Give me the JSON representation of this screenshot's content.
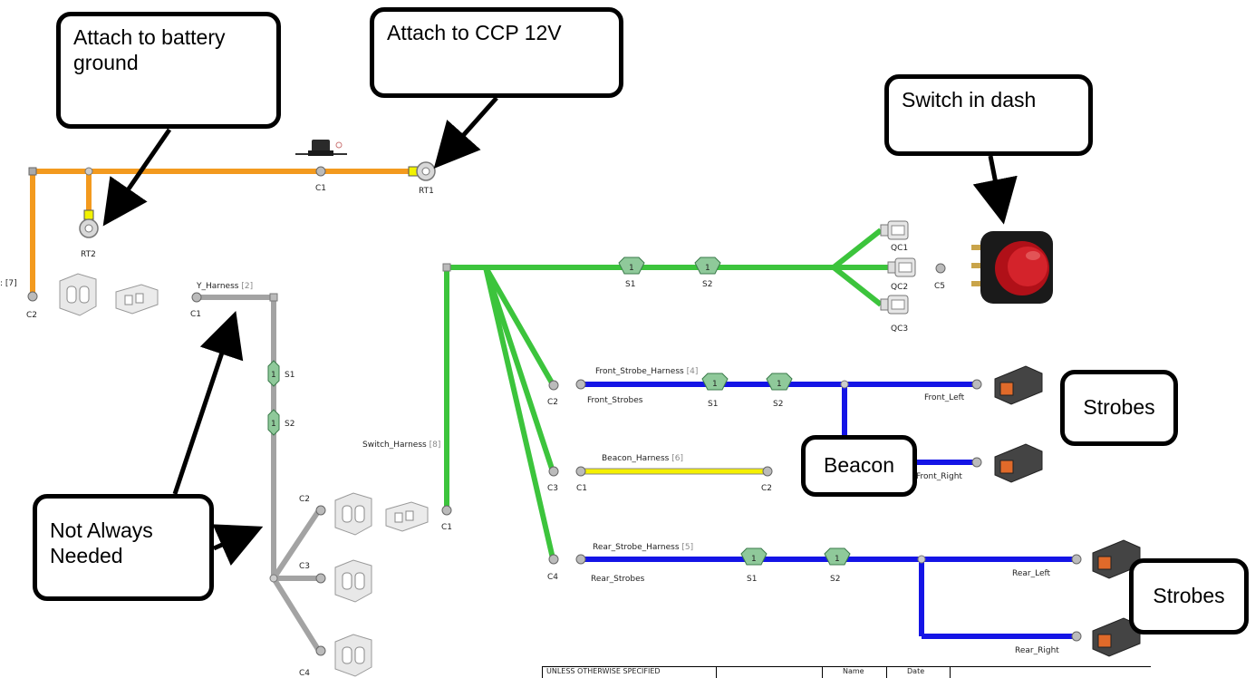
{
  "callouts": {
    "battery_ground": "Attach to battery ground",
    "ccp_12v": "Attach to CCP 12V",
    "switch_in_dash": "Switch in dash",
    "not_always_needed": "Not Always Needed",
    "strobes_front": "Strobes",
    "beacon": "Beacon",
    "strobes_rear": "Strobes"
  },
  "power_harness": {
    "partial_label": ": [7]",
    "c1": "C1",
    "c2": "C2",
    "rt1": "RT1",
    "rt2": "RT2"
  },
  "y_harness": {
    "name": "Y_Harness",
    "count": "[2]",
    "c1": "C1",
    "s1": "S1",
    "s2": "S2",
    "c2": "C2",
    "c3": "C3",
    "c4": "C4",
    "splice_num": "1"
  },
  "switch_harness": {
    "name": "Switch_Harness",
    "count": "[8]",
    "c1": "C1",
    "c2": "C2",
    "c3": "C3",
    "c4": "C4",
    "c5": "C5",
    "s1": "S1",
    "s2": "S2",
    "qc1": "QC1",
    "qc2": "QC2",
    "qc3": "QC3",
    "splice_num": "1"
  },
  "front_strobe_harness": {
    "name": "Front_Strobe_Harness",
    "count": "[4]",
    "start": "Front_Strobes",
    "s1": "S1",
    "s2": "S2",
    "left": "Front_Left",
    "right": "Front_Right",
    "splice_num": "1"
  },
  "beacon_harness": {
    "name": "Beacon_Harness",
    "count": "[6]",
    "c1": "C1",
    "c2": "C2"
  },
  "rear_strobe_harness": {
    "name": "Rear_Strobe_Harness",
    "count": "[5]",
    "start": "Rear_Strobes",
    "s1": "S1",
    "s2": "S2",
    "left": "Rear_Left",
    "right": "Rear_Right",
    "splice_num": "1"
  },
  "title_block": {
    "spec_text": "UNLESS OTHERWISE SPECIFIED",
    "name_col": "Name",
    "date_col": "Date"
  },
  "colors": {
    "orange": "#f39a1e",
    "green": "#3cc43c",
    "blue": "#1414e6",
    "yellow": "#f5f000",
    "gray": "#a3a3a3",
    "splice": "#8fc99a"
  }
}
